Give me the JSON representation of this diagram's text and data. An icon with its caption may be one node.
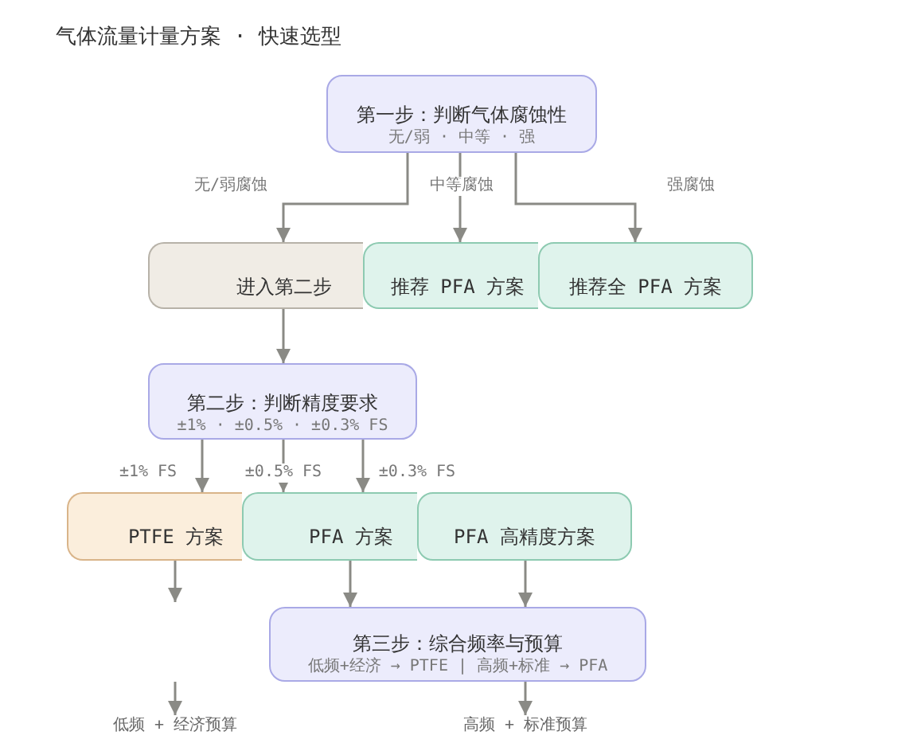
{
  "diagram": {
    "title": "气体流量计量方案 · 快速选型",
    "nodes": [
      {
        "text": [
          "第一步：判断气体腐蚀性",
          "无/弱 · 中等 · 强"
        ]
      },
      {
        "text": [
          "进入第二步"
        ]
      },
      {
        "text": [
          "推荐 PFA 方案"
        ]
      },
      {
        "text": [
          "推荐全 PFA 方案"
        ]
      },
      {
        "text": [
          "第二步：判断精度要求",
          "±1% · ±0.5% · ±0.3% FS"
        ]
      },
      {
        "text": [
          "PTFE 方案"
        ]
      },
      {
        "text": [
          "PFA 方案"
        ]
      },
      {
        "text": [
          "PFA 高精度方案"
        ]
      },
      {
        "text": [
          "第三步：综合频率与预算",
          "低频+经济 → PTFE | 高频+标准 → PFA"
        ]
      },
      {
        "text": [
          "低频 + 经济预算"
        ]
      },
      {
        "text": [
          "高频 + 标准预算"
        ]
      }
    ],
    "edges": [
      {
        "from": 0,
        "to": 1,
        "arrow": "to",
        "label": "无/弱腐蚀"
      },
      {
        "from": 0,
        "to": 2,
        "arrow": "to",
        "label": "中等腐蚀"
      },
      {
        "from": 0,
        "to": 3,
        "arrow": "to",
        "label": "强腐蚀"
      },
      {
        "from": 1,
        "to": 4,
        "arrow": "to"
      },
      {
        "from": 4,
        "to": 5,
        "arrow": "to",
        "label": "±1% FS"
      },
      {
        "from": 4,
        "to": 6,
        "arrow": "to",
        "label": "±0.5% FS"
      },
      {
        "from": 4,
        "to": 6,
        "arrow": "to",
        "label": "±0.3% FS"
      },
      {
        "from": 5,
        "to": null,
        "arrow": "to"
      },
      {
        "from": 6,
        "to": 8,
        "arrow": "to"
      },
      {
        "from": 7,
        "to": 8,
        "arrow": "to"
      },
      {
        "from": null,
        "to": 9,
        "arrow": "to"
      },
      {
        "from": 8,
        "to": 10,
        "arrow": "to"
      }
    ]
  }
}
